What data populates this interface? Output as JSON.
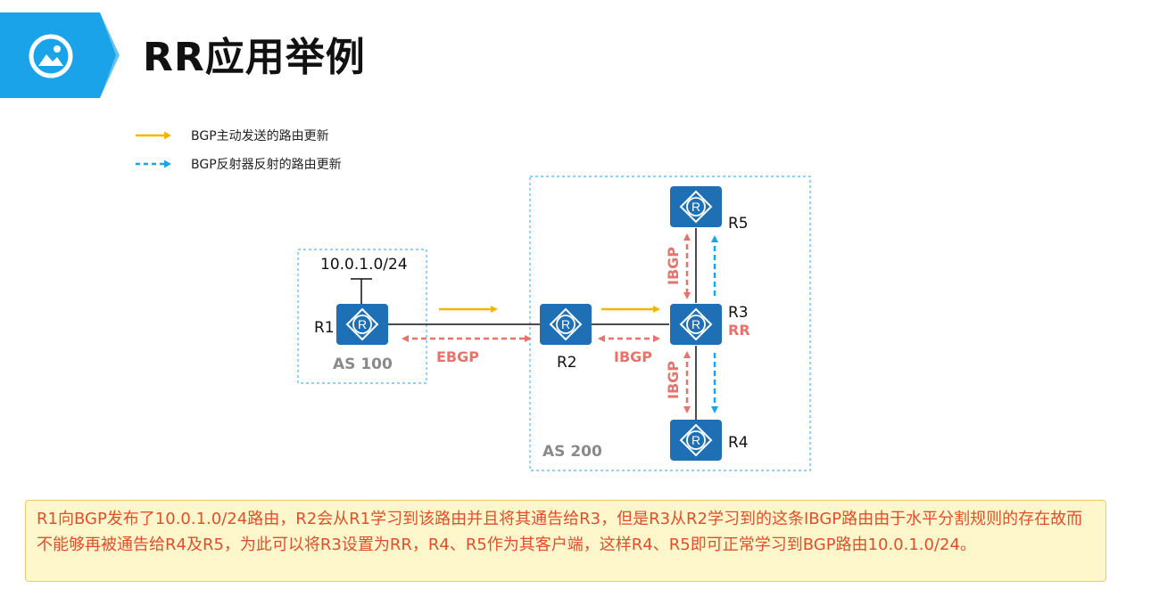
{
  "header": {
    "title": "RR应用举例",
    "icon": "image-icon",
    "accent_color": "#1aa3e8"
  },
  "legend": {
    "items": [
      {
        "label": "BGP主动发送的路由更新",
        "style": "solid-arrow",
        "color": "#f5b400"
      },
      {
        "label": "BGP反射器反射的路由更新",
        "style": "dashed-arrow",
        "color": "#1aa3e8"
      }
    ]
  },
  "diagram": {
    "network_prefix": "10.0.1.0/24",
    "routers": {
      "r1": {
        "label": "R1",
        "icon": "router-icon"
      },
      "r2": {
        "label": "R2",
        "icon": "router-icon"
      },
      "r3": {
        "label": "R3",
        "role": "RR",
        "icon": "router-icon"
      },
      "r4": {
        "label": "R4",
        "icon": "router-icon"
      },
      "r5": {
        "label": "R5",
        "icon": "router-icon"
      }
    },
    "as_boxes": {
      "as100": "AS 100",
      "as200": "AS 200"
    },
    "links": {
      "r1_r2": "EBGP",
      "r2_r3": "IBGP",
      "r3_r5": "IBGP",
      "r3_r4": "IBGP"
    },
    "colors": {
      "router": "#1f6fb5",
      "session_arrow": "#e8736a",
      "as_border": "#4fb7e8",
      "active_update": "#f5b400",
      "reflected_update": "#1aa3e8"
    }
  },
  "note": {
    "text": "R1向BGP发布了10.0.1.0/24路由，R2会从R1学习到该路由并且将其通告给R3，但是R3从R2学习到的这条IBGP路由由于水平分割规则的存在故而不能够再被通告给R4及R5，为此可以将R3设置为RR，R4、R5作为其客户端，这样R4、R5即可正常学习到BGP路由10.0.1.0/24。"
  }
}
